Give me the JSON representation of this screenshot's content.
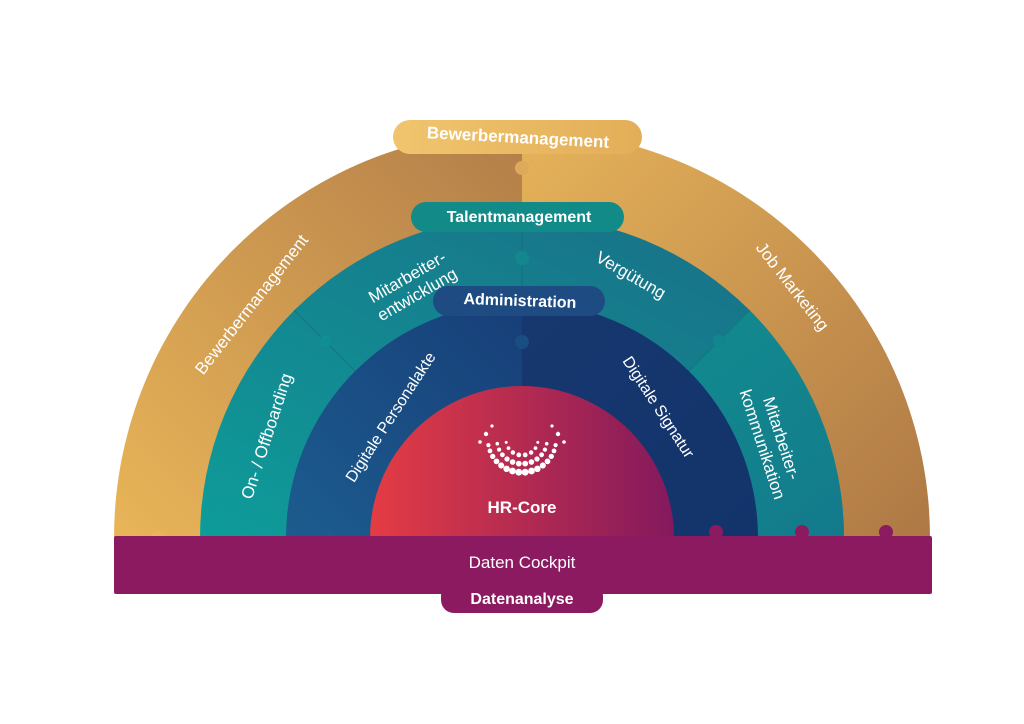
{
  "outer_ring": {
    "tag": "Bewerbermanagement",
    "left_segment": "Bewerbermanagement",
    "right_segment": "Job Marketing"
  },
  "middle_ring": {
    "tag": "Talentmanagement",
    "segment_1": "On- / Offboarding",
    "segment_2a": "Mitarbeiter-",
    "segment_2b": "entwicklung",
    "segment_3": "Vergütung",
    "segment_4a": "Mitarbeiter-",
    "segment_4b": "kommunikation"
  },
  "inner_ring": {
    "tag": "Administration",
    "left_segment": "Digitale Personalakte",
    "right_segment": "Digitale Signatur"
  },
  "core": {
    "label": "HR-Core",
    "logo": "dotted-swirl-logo"
  },
  "base": {
    "label": "Daten Cockpit",
    "tag": "Datenanalyse"
  },
  "colors": {
    "gold_light": "#E9B558",
    "gold_dark": "#B07C47",
    "teal_light": "#0E9A98",
    "teal_dark": "#176E86",
    "navy_light": "#1B4E86",
    "navy_dark": "#13346E",
    "core_red": "#E43B45",
    "core_purple": "#86185C",
    "base_purple": "#8C1A61"
  }
}
